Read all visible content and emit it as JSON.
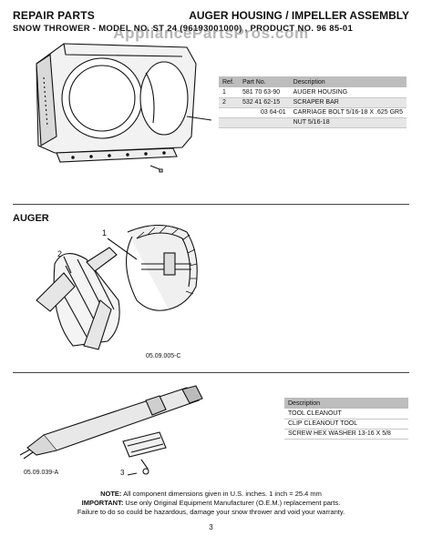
{
  "header": {
    "left": "REPAIR PARTS",
    "right": "AUGER HOUSING / IMPELLER ASSEMBLY",
    "sub": "SNOW THROWER - MODEL NO. ST 24 (96193001000) , PRODUCT NO. 96 85-01",
    "watermark": "AppliancePartsPros.com"
  },
  "table1": {
    "headers": [
      "Ref.",
      "Part No.",
      "Description"
    ],
    "rows": [
      [
        "1",
        "581 70 63-90",
        "AUGER HOUSING"
      ],
      [
        "2",
        "532 41 62-15",
        "SCRAPER BAR"
      ],
      [
        "",
        "03 64-01",
        "CARRIAGE BOLT 5/16-18 X .625 GR5"
      ],
      [
        "",
        "",
        "NUT 5/16-18"
      ]
    ]
  },
  "auger": {
    "title": "AUGER",
    "caption": "05.09.005-C",
    "callouts": [
      "1",
      "2"
    ]
  },
  "table2": {
    "header": "Description",
    "rows": [
      "TOOL CLEANOUT",
      "CLIP CLEANOUT TOOL",
      "SCREW HEX WASHER 13-16  X 5/8"
    ]
  },
  "tool": {
    "caption": "05.09.039-A",
    "callout": "3"
  },
  "note": {
    "line1_bold": "NOTE:",
    "line1": "All component dimensions given in U.S. inches.   1 inch = 25.4 mm",
    "line2_bold": "IMPORTANT:",
    "line2": "Use only Original Equipment Manufacturer (O.E.M.) replacement parts.",
    "line3": "Failure to do so could be hazardous, damage your snow thrower and void your warranty."
  },
  "page_number": "3"
}
